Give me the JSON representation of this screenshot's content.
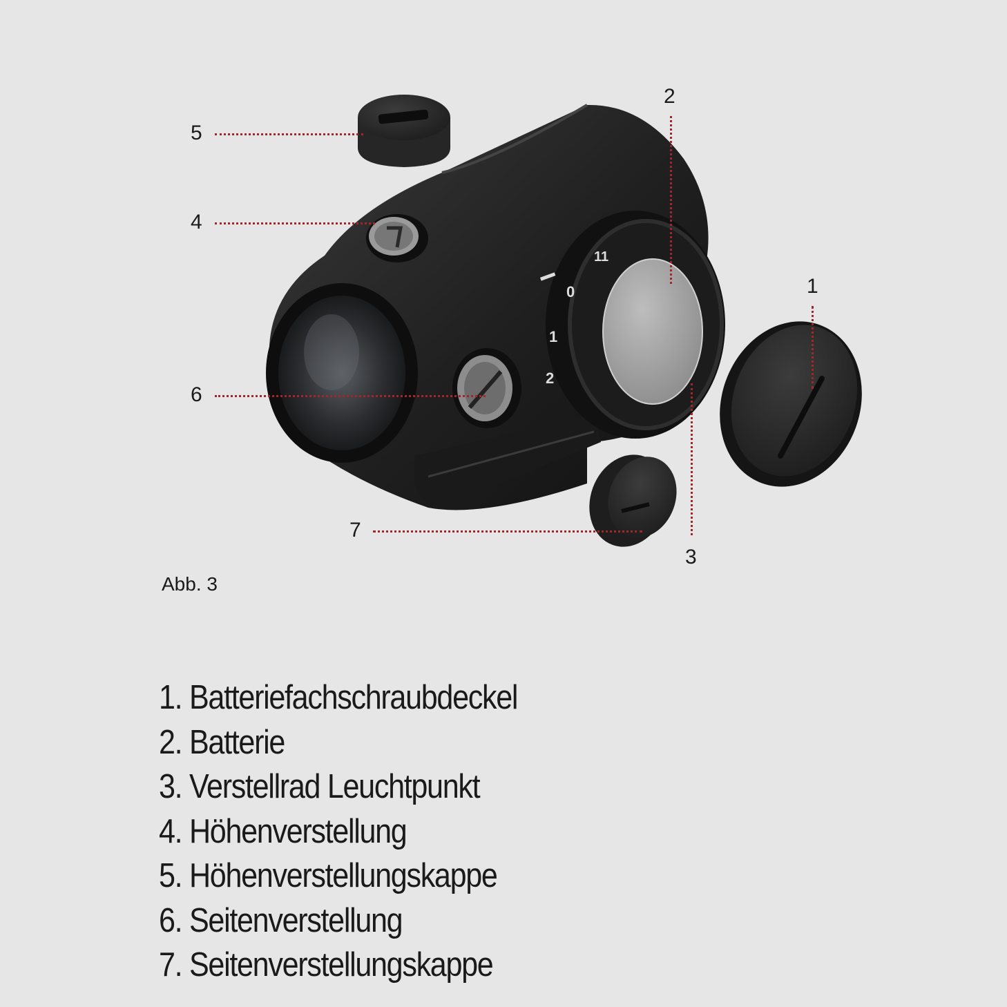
{
  "figure": {
    "caption": "Abb. 3",
    "callouts": [
      {
        "number": "1",
        "target": "battery-cover"
      },
      {
        "number": "2",
        "target": "battery"
      },
      {
        "number": "3",
        "target": "illumination-dial"
      },
      {
        "number": "4",
        "target": "elevation-turret"
      },
      {
        "number": "5",
        "target": "elevation-cap"
      },
      {
        "number": "6",
        "target": "windage-turret"
      },
      {
        "number": "7",
        "target": "windage-cap"
      }
    ],
    "dial_marks": [
      "0",
      "1",
      "2",
      "11"
    ],
    "colors": {
      "background": "#e6e6e6",
      "leader_line": "#a3262b",
      "text": "#1a1a1a",
      "body": "#1f1f1f",
      "battery": "#a8a8a8"
    }
  },
  "legend": {
    "items": [
      "1. Batteriefachschraubdeckel",
      "2. Batterie",
      "3. Verstellrad Leuchtpunkt",
      "4. Höhenverstellung",
      "5. Höhenverstellungskappe",
      "6. Seitenverstellung",
      "7. Seitenverstellungskappe"
    ]
  }
}
